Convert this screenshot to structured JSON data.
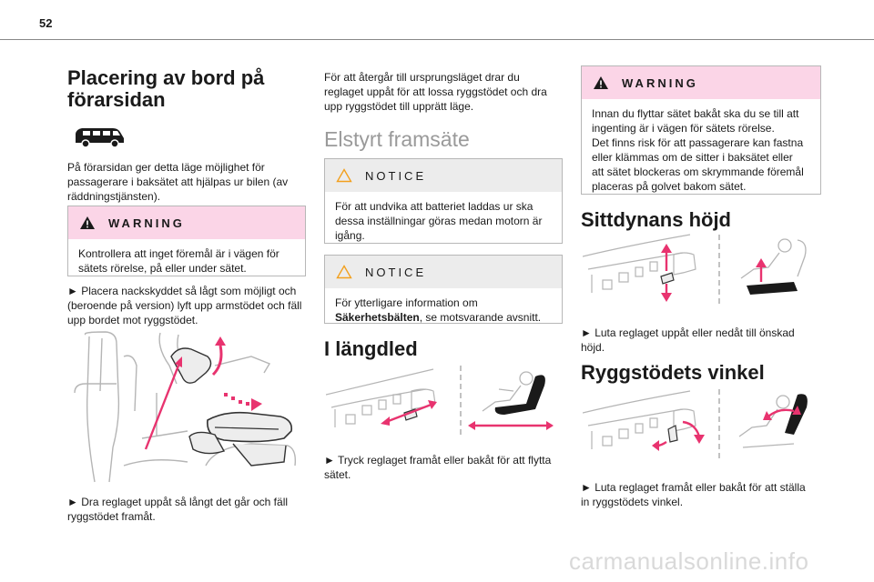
{
  "page": {
    "number": "52"
  },
  "col1": {
    "heading": "Placering av bord på förarsidan",
    "heading_line1": "Placering av bord på",
    "heading_line2": "förarsidan",
    "intro": "På förarsidan ger detta läge möjlighet för passagerare i baksätet att hjälpas ur bilen (av räddningstjänsten).",
    "intro_lines": [
      "På förarsidan ger detta läge möjlighet för",
      "passagerare i baksätet att hjälpas ur bilen (av",
      "räddningstjänsten)."
    ],
    "warning": {
      "title": "WARNING",
      "lines": [
        "Kontrollera att inget föremål är i vägen för",
        "sätets rörelse, på eller under sätet."
      ]
    },
    "step1_lines": [
      "► Placera nackskyddet så lågt som möjligt och",
      "(beroende på version) lyft upp armstödet och fäll",
      "upp bordet mot ryggstödet."
    ],
    "step2_lines": [
      "► Dra reglaget uppåt så långt det går och fäll",
      "ryggstödet framåt."
    ]
  },
  "col2": {
    "intro_lines": [
      "För att återgår till ursprungsläget drar du",
      "reglaget uppåt för att lossa ryggstödet och dra",
      "upp ryggstödet till upprätt läge."
    ],
    "section_title": "Elstyrt framsäte",
    "notice1": {
      "title": "NOTICE",
      "lines": [
        "För att undvika att batteriet laddas ur ska",
        "dessa inställningar göras medan motorn är",
        "igång."
      ]
    },
    "notice2": {
      "title": "NOTICE",
      "line1": "För ytterligare information om",
      "line2_bold": "Säkerhetsbälten",
      "line2_rest": ", se motsvarande avsnitt."
    },
    "longitudinal_title": "I längdled",
    "longitudinal_lines": [
      "► Tryck reglaget framåt eller bakåt för att flytta",
      "sätet."
    ]
  },
  "col3": {
    "warning": {
      "title": "WARNING",
      "lines": [
        "Innan du flyttar sätet bakåt ska du se till att",
        "ingenting är i vägen för sätets rörelse.",
        "Det finns risk för att passagerare kan fastna",
        "eller klämmas om de sitter i baksätet eller",
        "att sätet blockeras om skrymmande föremål",
        "placeras på golvet bakom sätet."
      ]
    },
    "height_title": "Sittdynans höjd",
    "height_lines": [
      "► Luta reglaget uppåt eller nedåt till önskad",
      "höjd."
    ],
    "angle_title": "Ryggstödets vinkel",
    "angle_lines": [
      "► Luta reglaget framåt eller bakåt för att ställa",
      "in ryggstödets vinkel."
    ]
  },
  "footer": {
    "watermark": "carmanualsonline.info"
  },
  "colors": {
    "accent_pink": "#e8336f",
    "notice_gray": "#ececec",
    "warning_pink": "#fbd5e7"
  },
  "icons": [
    "van-icon",
    "warning-triangle-icon",
    "notice-triangle-icon",
    "seat-illustration",
    "seat-control-illustration"
  ]
}
